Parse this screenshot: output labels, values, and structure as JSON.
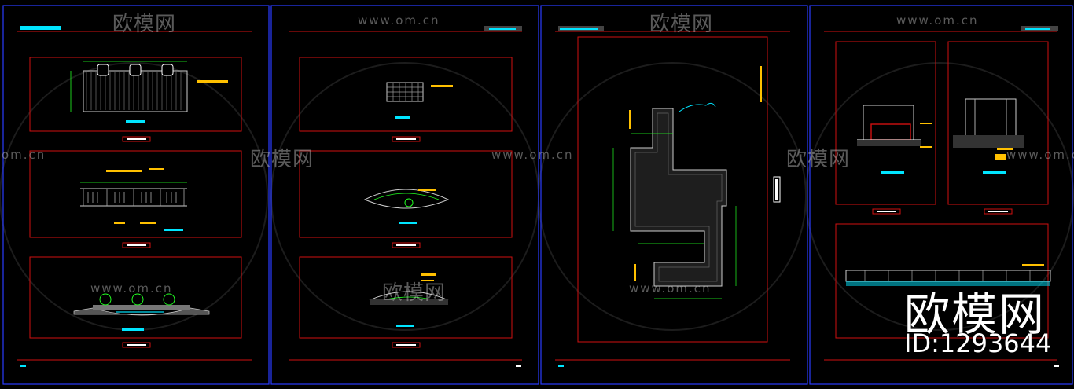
{
  "watermark": {
    "url": "www.om.cn",
    "url_short": "om.cn",
    "brand": "欧模网"
  },
  "stamp": {
    "brand": "欧模网",
    "id": "ID:1293644"
  },
  "colors": {
    "background": "#000000",
    "sheet_border": "#2a3cff",
    "frame": "#d01010",
    "cyan": "#00e5ff",
    "green": "#22ff22",
    "yellow": "#ffc000",
    "white": "#ffffff"
  }
}
